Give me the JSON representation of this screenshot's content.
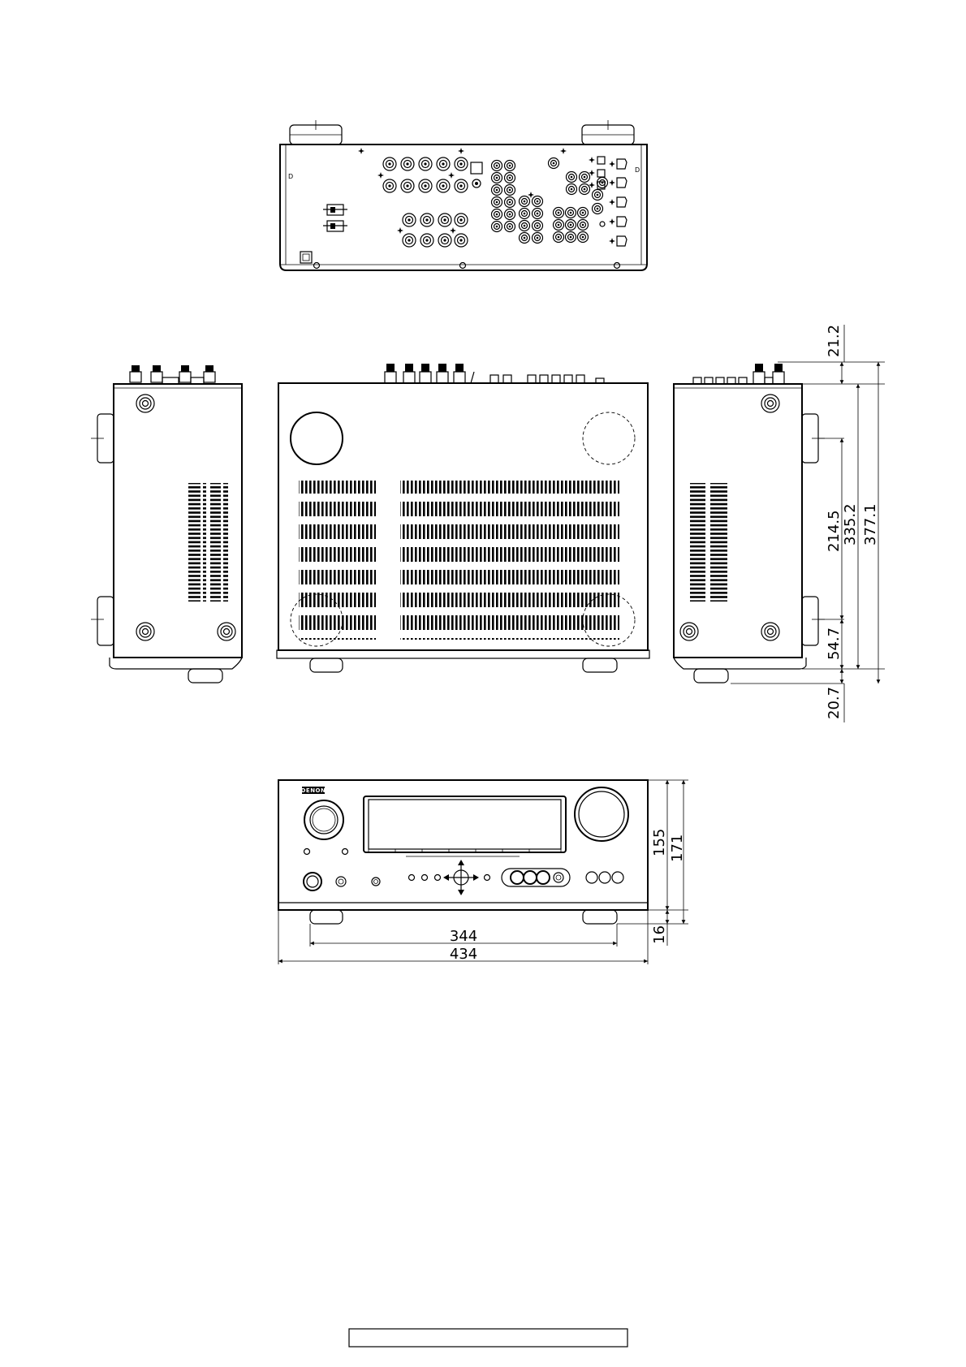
{
  "dimensions": {
    "rear_top_protrusion": "21.2",
    "feet_spacing_depth": "214.5",
    "body_depth": "335.2",
    "overall_depth": "377.1",
    "front_foot_offset": "54.7",
    "front_protrusion": "20.7",
    "body_height": "155",
    "overall_height": "171",
    "foot_height": "16",
    "foot_spacing_width": "344",
    "overall_width": "434"
  },
  "front_panel": {
    "brand_label": "DENON"
  },
  "footer": {
    "box_text": ""
  }
}
